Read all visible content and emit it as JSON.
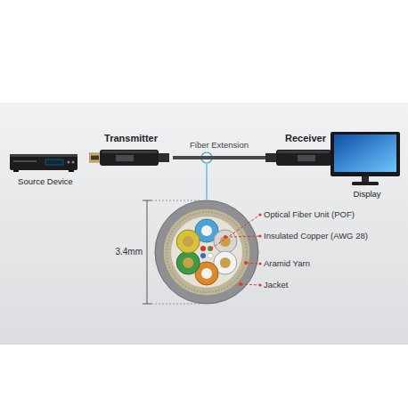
{
  "diagram": {
    "nodes": [
      {
        "text": [
          "Source Device"
        ]
      },
      {
        "text": [
          "Transmitter"
        ]
      },
      {
        "text": [
          "Receiver"
        ]
      },
      {
        "text": [
          "Display"
        ]
      }
    ],
    "edges": [
      {
        "from": 1,
        "to": 2,
        "arrow": "none",
        "label": "Fiber Extension"
      }
    ],
    "labels": [
      "3.4mm",
      "Optical Fiber Unit (POF)",
      "Insulated Copper (AWG 28)",
      "Aramid Yarn",
      "Jacket"
    ]
  }
}
